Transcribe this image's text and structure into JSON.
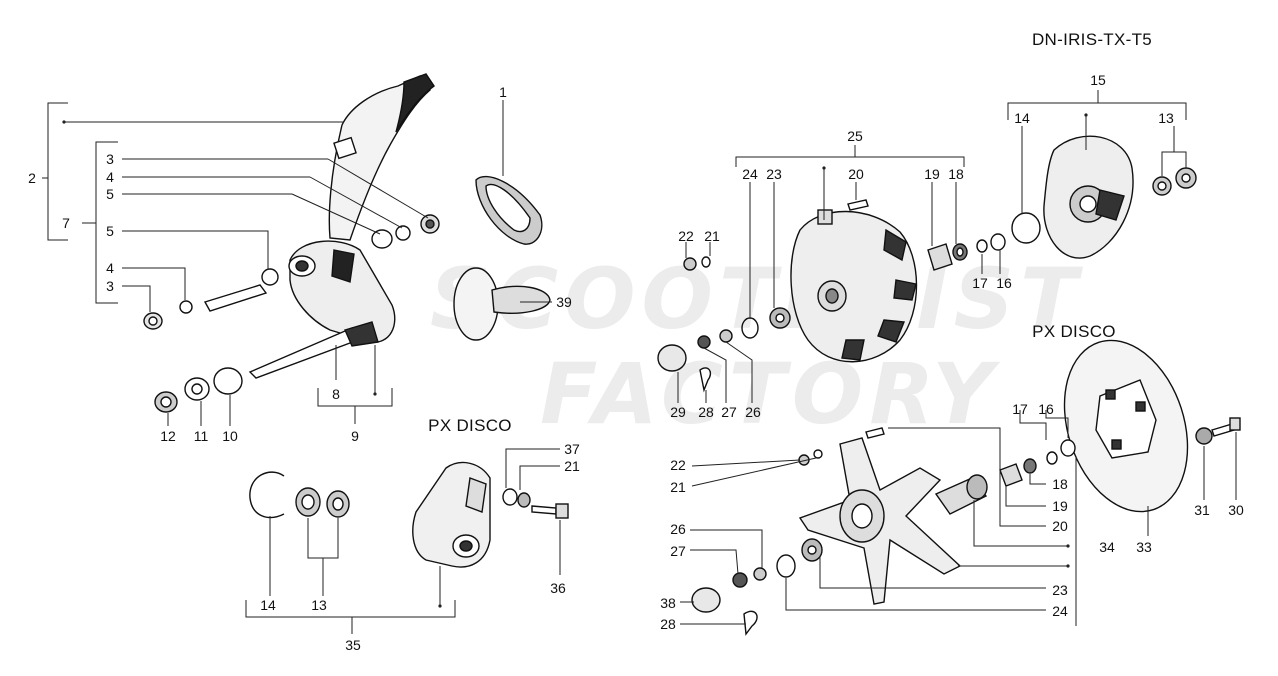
{
  "watermark": {
    "line1": "SCOOTERIST",
    "line2": "FACTORY"
  },
  "headings": {
    "model": "DN-IRIS-TX-T5",
    "px_disco_top": "PX DISCO",
    "px_disco_left": "PX DISCO"
  },
  "callouts": {
    "c1": "1",
    "c2": "2",
    "c3a": "3",
    "c3b": "3",
    "c4a": "4",
    "c4b": "4",
    "c5a": "5",
    "c5b": "5",
    "c7": "7",
    "c8": "8",
    "c9": "9",
    "c10": "10",
    "c11": "11",
    "c12": "12",
    "c39": "39",
    "c37": "37",
    "c21c": "21",
    "c36": "36",
    "c14c": "14",
    "c13c": "13",
    "c35": "35",
    "c25": "25",
    "c24a": "24",
    "c23a": "23",
    "c20a": "20",
    "c19a": "19",
    "c18a": "18",
    "c22a": "22",
    "c21a": "21",
    "c17a": "17",
    "c16a": "16",
    "c29": "29",
    "c28a": "28",
    "c27a": "27",
    "c26a": "26",
    "c15": "15",
    "c14a": "14",
    "c13a": "13",
    "c17b": "17",
    "c16b": "16",
    "c18b": "18",
    "c19b": "19",
    "c20b": "20",
    "c34": "34",
    "c33": "33",
    "c31": "31",
    "c30": "30",
    "c22b": "22",
    "c21b": "21",
    "c26b": "26",
    "c27b": "27",
    "c38": "38",
    "c28b": "28",
    "c23b": "23",
    "c24b": "24"
  }
}
